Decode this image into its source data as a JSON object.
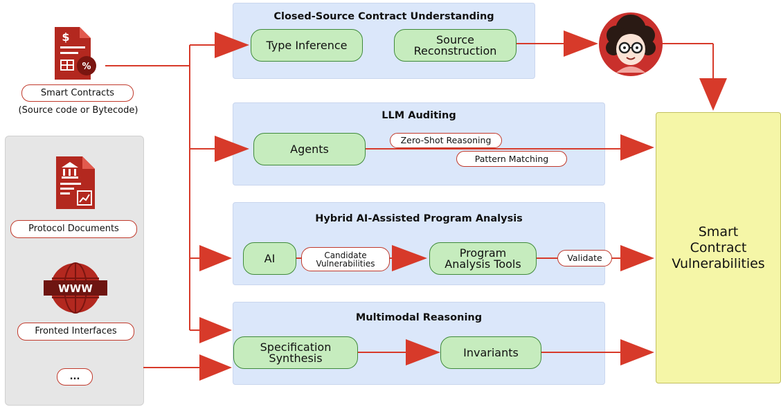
{
  "inputs": {
    "smart_contracts": "Smart Contracts",
    "source_note": "(Source code or Bytecode)",
    "protocol_documents": "Protocol Documents",
    "www_label": "WWW",
    "fronted_interfaces": "Fronted Interfaces",
    "ellipsis": "..."
  },
  "panels": {
    "closed_source": {
      "title": "Closed-Source Contract Understanding",
      "type_inference": "Type Inference",
      "source_reconstruction": [
        "Source",
        "Reconstruction"
      ]
    },
    "llm_auditing": {
      "title": "LLM Auditing",
      "agents": "Agents",
      "zero_shot": "Zero-Shot Reasoning",
      "pattern_matching": "Pattern Matching"
    },
    "hybrid": {
      "title": "Hybrid AI-Assisted Program Analysis",
      "ai": "AI",
      "candidate": [
        "Candidate",
        "Vulnerabilities"
      ],
      "program_tools": [
        "Program",
        "Analysis Tools"
      ],
      "validate": "Validate"
    },
    "multimodal": {
      "title": "Multimodal Reasoning",
      "specification": [
        "Specification",
        "Synthesis"
      ],
      "invariants": "Invariants"
    }
  },
  "output": [
    "Smart",
    "Contract",
    "Vulnerabilities"
  ],
  "colors": {
    "arrow": "#d73a2a",
    "panel": "#dbe7fa",
    "node": "#c6ecbe",
    "node_border": "#3f8a3a",
    "output": "#f5f6a7",
    "icon": "#b3281f"
  }
}
